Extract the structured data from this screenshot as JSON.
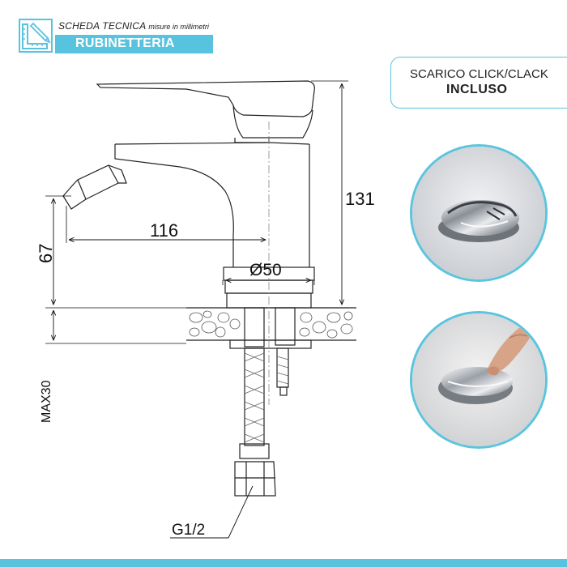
{
  "header": {
    "title": "SCHEDA TECNICA",
    "subtitle": "misure in millimetri",
    "category": "RUBINETTERIA",
    "icon": "ruler-pencil-icon",
    "accent_color": "#58c3de"
  },
  "info": {
    "line1": "SCARICO CLICK/CLACK",
    "line2": "INCLUSO"
  },
  "dimensions": {
    "spout_reach": "116",
    "height": "131",
    "base_diameter": "Ø50",
    "spout_height": "67",
    "max_thickness": "MAX30",
    "connection": "G1/2"
  },
  "photos": [
    {
      "name": "drain-closed-photo"
    },
    {
      "name": "drain-pressed-photo"
    }
  ]
}
